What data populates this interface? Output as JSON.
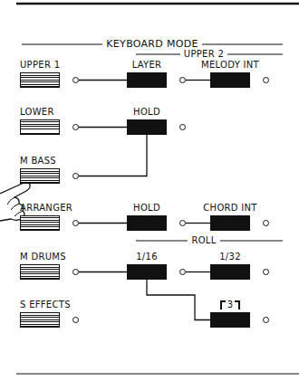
{
  "diagram": {
    "title": "KEYBOARD MODE",
    "nodes": [
      {
        "text": [
          "UPPER 1"
        ]
      },
      {
        "text": [
          "LAYER"
        ]
      },
      {
        "text": [
          "MELODY INT"
        ]
      },
      {
        "text": [
          "LOWER"
        ]
      },
      {
        "text": [
          "HOLD"
        ]
      },
      {
        "text": [
          "M BASS"
        ]
      },
      {
        "text": [
          "ARRANGER"
        ]
      },
      {
        "text": [
          "HOLD"
        ]
      },
      {
        "text": [
          "CHORD INT"
        ]
      },
      {
        "text": [
          "M DRUMS"
        ]
      },
      {
        "text": [
          "1/16"
        ]
      },
      {
        "text": [
          "1/32"
        ]
      },
      {
        "text": [
          "3"
        ]
      },
      {
        "text": [
          "S EFFECTS"
        ]
      }
    ],
    "edges": [
      {
        "from": 0,
        "to": 1,
        "arrow": "none"
      },
      {
        "from": 1,
        "to": 2,
        "arrow": "none"
      },
      {
        "from": 3,
        "to": 4,
        "arrow": "none"
      },
      {
        "from": 5,
        "to": 4,
        "arrow": "none"
      },
      {
        "from": 6,
        "to": 7,
        "arrow": "none"
      },
      {
        "from": 7,
        "to": 8,
        "arrow": "none"
      },
      {
        "from": 9,
        "to": 10,
        "arrow": "none"
      },
      {
        "from": 10,
        "to": 11,
        "arrow": "none"
      },
      {
        "from": 10,
        "to": 12,
        "arrow": "none"
      }
    ],
    "labels": [
      "UPPER 2",
      "ROLL"
    ]
  }
}
